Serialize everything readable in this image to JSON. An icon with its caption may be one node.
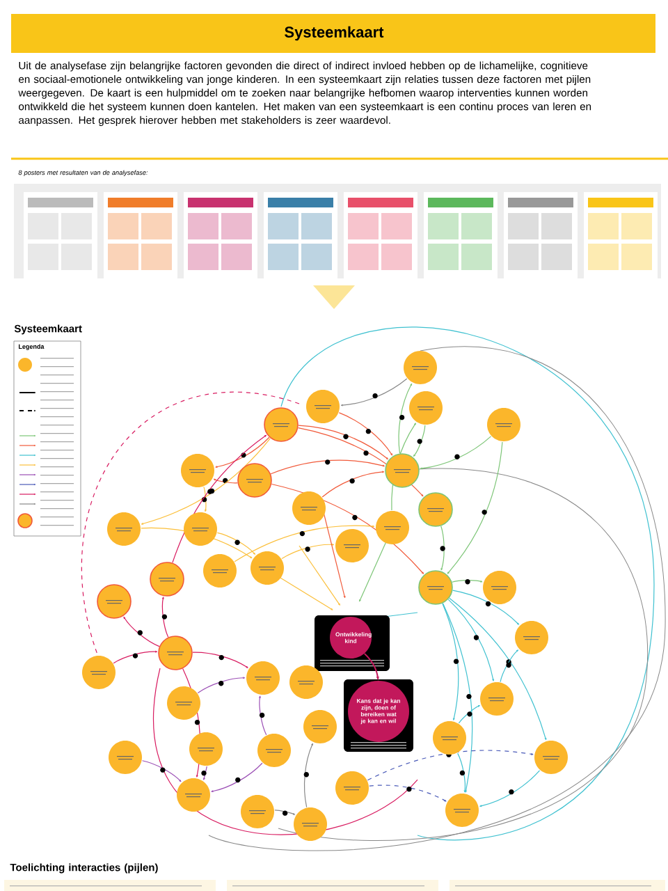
{
  "diagram": {
    "title": "Systeemkaart",
    "nodes": [
      {
        "text": [
          "Ontwikkeling kind"
        ]
      },
      {
        "text": [
          "Kans dat je kan zijn, doen of bereiken wat je kan en wil"
        ]
      }
    ],
    "edges": [
      {
        "from": 0,
        "to": 1,
        "arrow": "to"
      }
    ],
    "labels": [
      "Uit de analysefase zijn belangrijke factoren gevonden die direct of indirect invloed hebben op de lichamelijke, cognitieve en sociaal-emotionele ontwikkeling van jonge kinderen. In een systeemkaart zijn relaties tussen deze factoren met pijlen weergegeven. De kaart is een hulpmiddel om te zoeken naar belangrijke hefbomen waarop interventies kunnen worden ontwikkeld die het systeem kunnen doen kantelen. Het maken van een systeemkaart is een continu proces van leren en aanpassen. Het gesprek hierover hebben met stakeholders is zeer waardevol.",
      "8 posters met resultaten van de analysefase:",
      "Systeemkaart",
      "Legenda",
      "Toelichting interacties (pijlen)"
    ]
  }
}
